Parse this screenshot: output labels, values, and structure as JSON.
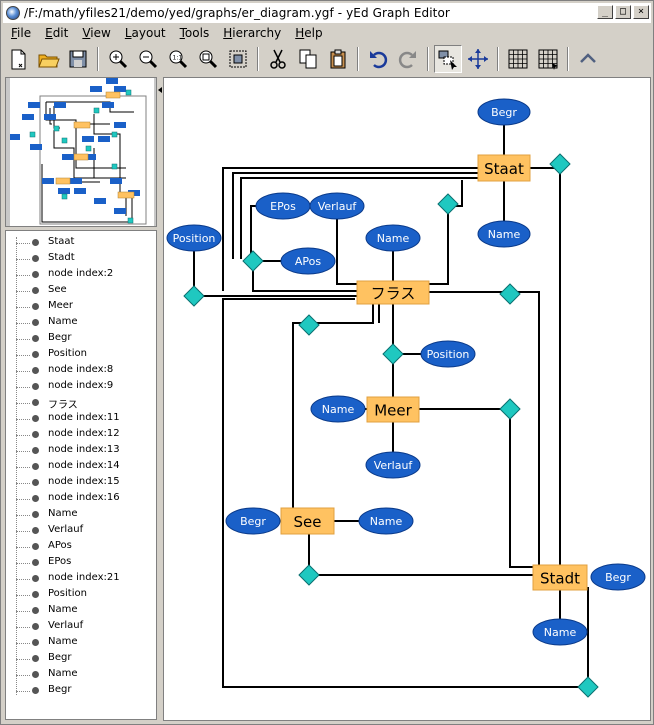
{
  "window": {
    "title": "/F:/math/yfiles21/demo/yed/graphs/er_diagram.ygf - yEd Graph Editor",
    "controls": {
      "minimize": "_",
      "maximize": "□",
      "close": "×"
    }
  },
  "menubar": [
    {
      "label": "File",
      "mnemonic": "F",
      "rest": "ile"
    },
    {
      "label": "Edit",
      "mnemonic": "E",
      "rest": "dit"
    },
    {
      "label": "View",
      "mnemonic": "V",
      "rest": "iew"
    },
    {
      "label": "Layout",
      "mnemonic": "L",
      "rest": "ayout"
    },
    {
      "label": "Tools",
      "mnemonic": "T",
      "rest": "ools"
    },
    {
      "label": "Hierarchy",
      "mnemonic": "H",
      "rest": "ierarchy"
    },
    {
      "label": "Help",
      "mnemonic": "H",
      "rest": "elp"
    }
  ],
  "toolbar": [
    {
      "icon": "new-document-icon"
    },
    {
      "icon": "open-folder-icon"
    },
    {
      "icon": "save-icon"
    },
    {
      "sep": true
    },
    {
      "icon": "zoom-in-icon"
    },
    {
      "icon": "zoom-out-icon"
    },
    {
      "icon": "zoom-reset-icon"
    },
    {
      "icon": "zoom-fit-icon"
    },
    {
      "icon": "fit-content-icon"
    },
    {
      "sep": true
    },
    {
      "icon": "cut-icon"
    },
    {
      "icon": "copy-icon"
    },
    {
      "icon": "paste-icon"
    },
    {
      "sep": true
    },
    {
      "icon": "undo-icon"
    },
    {
      "icon": "redo-icon"
    },
    {
      "sep": true
    },
    {
      "icon": "edit-mode-icon",
      "pressed": true
    },
    {
      "icon": "pan-mode-icon"
    },
    {
      "sep": true
    },
    {
      "icon": "grid-icon"
    },
    {
      "icon": "grid-snap-icon"
    },
    {
      "sep": true
    },
    {
      "icon": "collapse-up-icon"
    }
  ],
  "tree": {
    "items": [
      "Staat",
      "Stadt",
      "node index:2",
      "See",
      "Meer",
      "Name",
      "Begr",
      "Position",
      "node index:8",
      "node index:9",
      "フラス",
      "node index:11",
      "node index:12",
      "node index:13",
      "node index:14",
      "node index:15",
      "node index:16",
      "Name",
      "Verlauf",
      "APos",
      "EPos",
      "node index:21",
      "Position",
      "Name",
      "Verlauf",
      "Name",
      "Begr",
      "Name",
      "Begr"
    ]
  },
  "graph": {
    "colors": {
      "entity": "#ffc261",
      "attribute": "#1a60c8",
      "relation": "#1fc8c0",
      "edge": "#000000"
    },
    "entities": [
      {
        "id": "staat",
        "label": "Staat"
      },
      {
        "id": "frasu",
        "label": "フラス"
      },
      {
        "id": "meer",
        "label": "Meer"
      },
      {
        "id": "see",
        "label": "See"
      },
      {
        "id": "stadt",
        "label": "Stadt"
      }
    ],
    "attributes": [
      {
        "id": "a-begr-staat",
        "label": "Begr"
      },
      {
        "id": "a-name-staat",
        "label": "Name"
      },
      {
        "id": "a-epos",
        "label": "EPos"
      },
      {
        "id": "a-verlauf-top",
        "label": "Verlauf"
      },
      {
        "id": "a-position-left",
        "label": "Position"
      },
      {
        "id": "a-apos",
        "label": "APos"
      },
      {
        "id": "a-name-frasu",
        "label": "Name"
      },
      {
        "id": "a-position-mid",
        "label": "Position"
      },
      {
        "id": "a-name-meer",
        "label": "Name"
      },
      {
        "id": "a-verlauf-meer",
        "label": "Verlauf"
      },
      {
        "id": "a-begr-see",
        "label": "Begr"
      },
      {
        "id": "a-name-see",
        "label": "Name"
      },
      {
        "id": "a-begr-stadt",
        "label": "Begr"
      },
      {
        "id": "a-name-stadt",
        "label": "Name"
      }
    ]
  }
}
